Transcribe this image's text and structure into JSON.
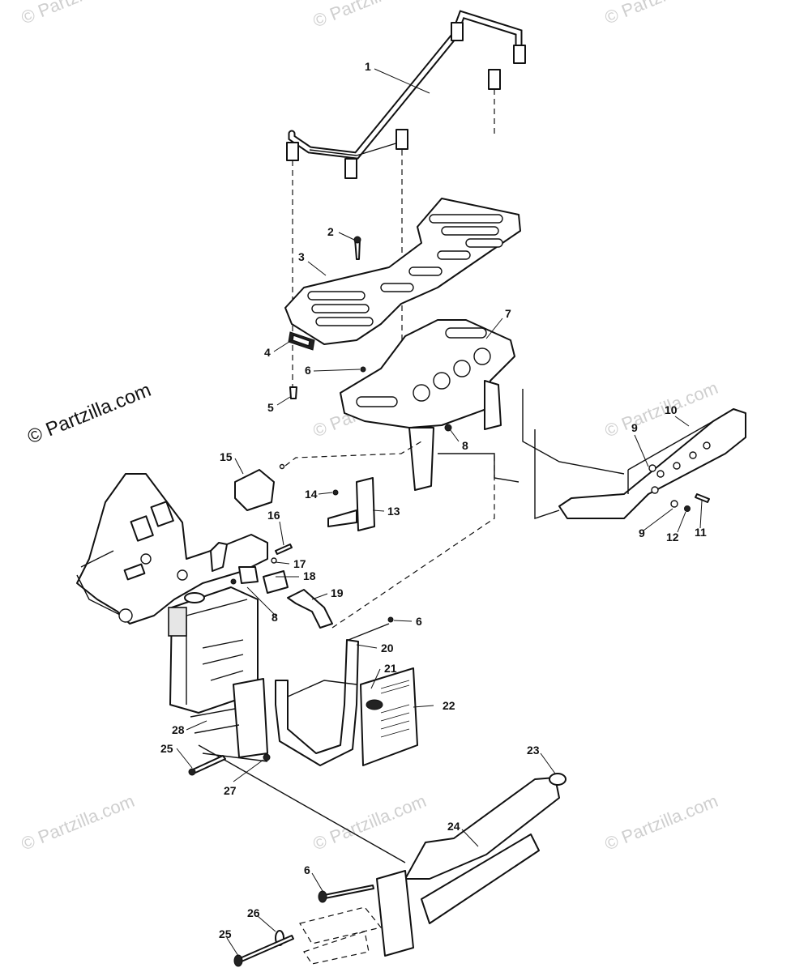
{
  "watermarks": {
    "brand": "© Partzilla.com",
    "corner": "© Partzilla.com"
  },
  "callouts": [
    {
      "id": "1",
      "text": "1"
    },
    {
      "id": "2",
      "text": "2"
    },
    {
      "id": "3",
      "text": "3"
    },
    {
      "id": "4",
      "text": "4"
    },
    {
      "id": "5",
      "text": "5"
    },
    {
      "id": "6a",
      "text": "6"
    },
    {
      "id": "7",
      "text": "7"
    },
    {
      "id": "8a",
      "text": "8"
    },
    {
      "id": "9a",
      "text": "9"
    },
    {
      "id": "10",
      "text": "10"
    },
    {
      "id": "9b",
      "text": "9"
    },
    {
      "id": "11",
      "text": "11"
    },
    {
      "id": "12",
      "text": "12"
    },
    {
      "id": "13",
      "text": "13"
    },
    {
      "id": "14",
      "text": "14"
    },
    {
      "id": "15",
      "text": "15"
    },
    {
      "id": "16",
      "text": "16"
    },
    {
      "id": "17",
      "text": "17"
    },
    {
      "id": "18",
      "text": "18"
    },
    {
      "id": "19",
      "text": "19"
    },
    {
      "id": "8b",
      "text": "8"
    },
    {
      "id": "6b",
      "text": "6"
    },
    {
      "id": "20",
      "text": "20"
    },
    {
      "id": "21",
      "text": "21"
    },
    {
      "id": "22",
      "text": "22"
    },
    {
      "id": "28",
      "text": "28"
    },
    {
      "id": "25a",
      "text": "25"
    },
    {
      "id": "27",
      "text": "27"
    },
    {
      "id": "23",
      "text": "23"
    },
    {
      "id": "24",
      "text": "24"
    },
    {
      "id": "6c",
      "text": "6"
    },
    {
      "id": "26",
      "text": "26"
    },
    {
      "id": "25b",
      "text": "25"
    }
  ]
}
